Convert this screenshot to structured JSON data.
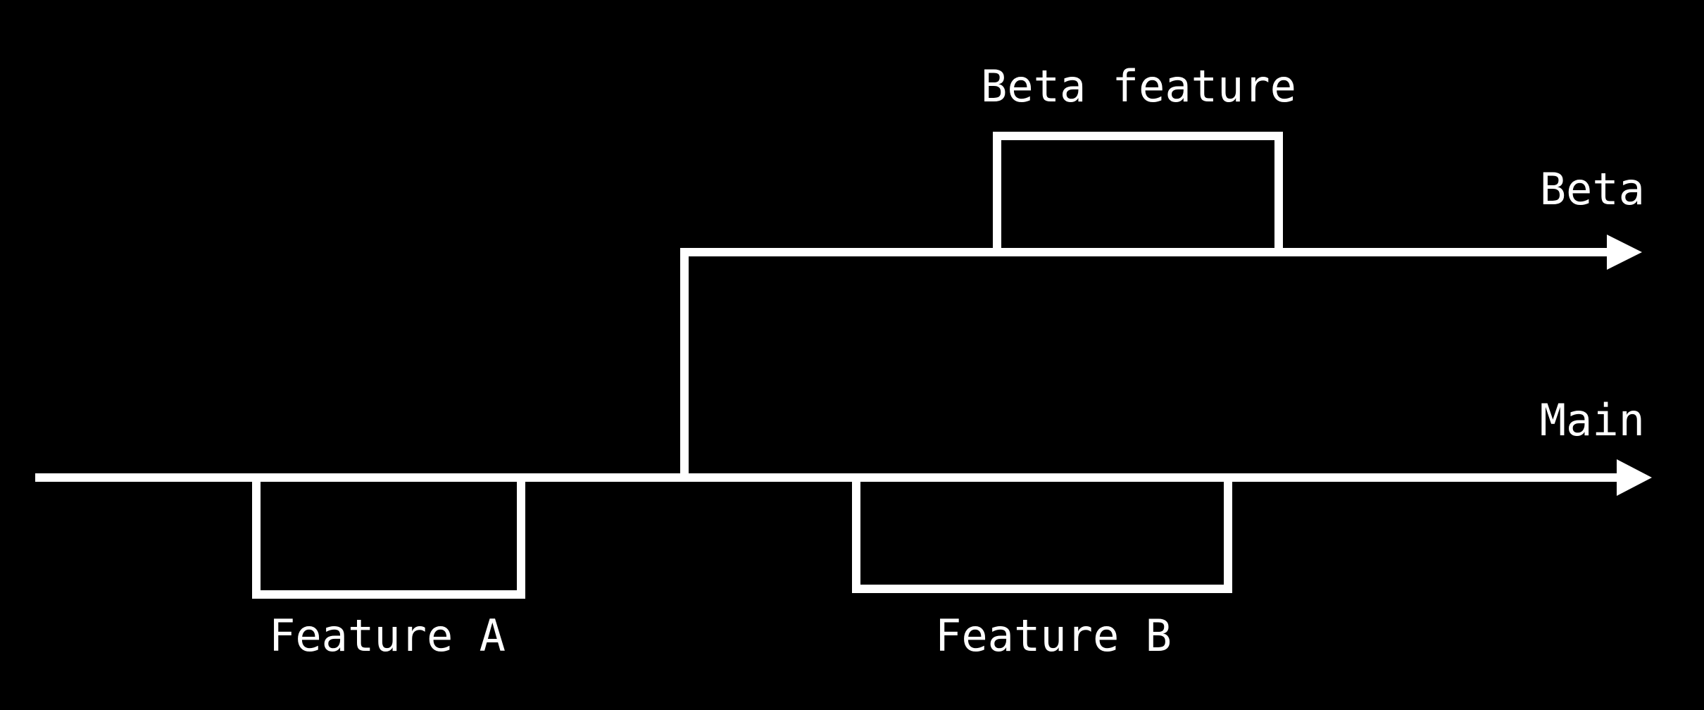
{
  "diagram": {
    "branches": {
      "main": {
        "label": "Main"
      },
      "beta": {
        "label": "Beta"
      }
    },
    "features": {
      "feature_a": {
        "label": "Feature A",
        "branch": "Main"
      },
      "feature_b": {
        "label": "Feature B",
        "branch": "Main"
      },
      "beta_feature": {
        "label": "Beta feature",
        "branch": "Beta"
      }
    },
    "colors": {
      "background": "#000000",
      "line": "#ffffff",
      "text": "#ffffff"
    }
  }
}
